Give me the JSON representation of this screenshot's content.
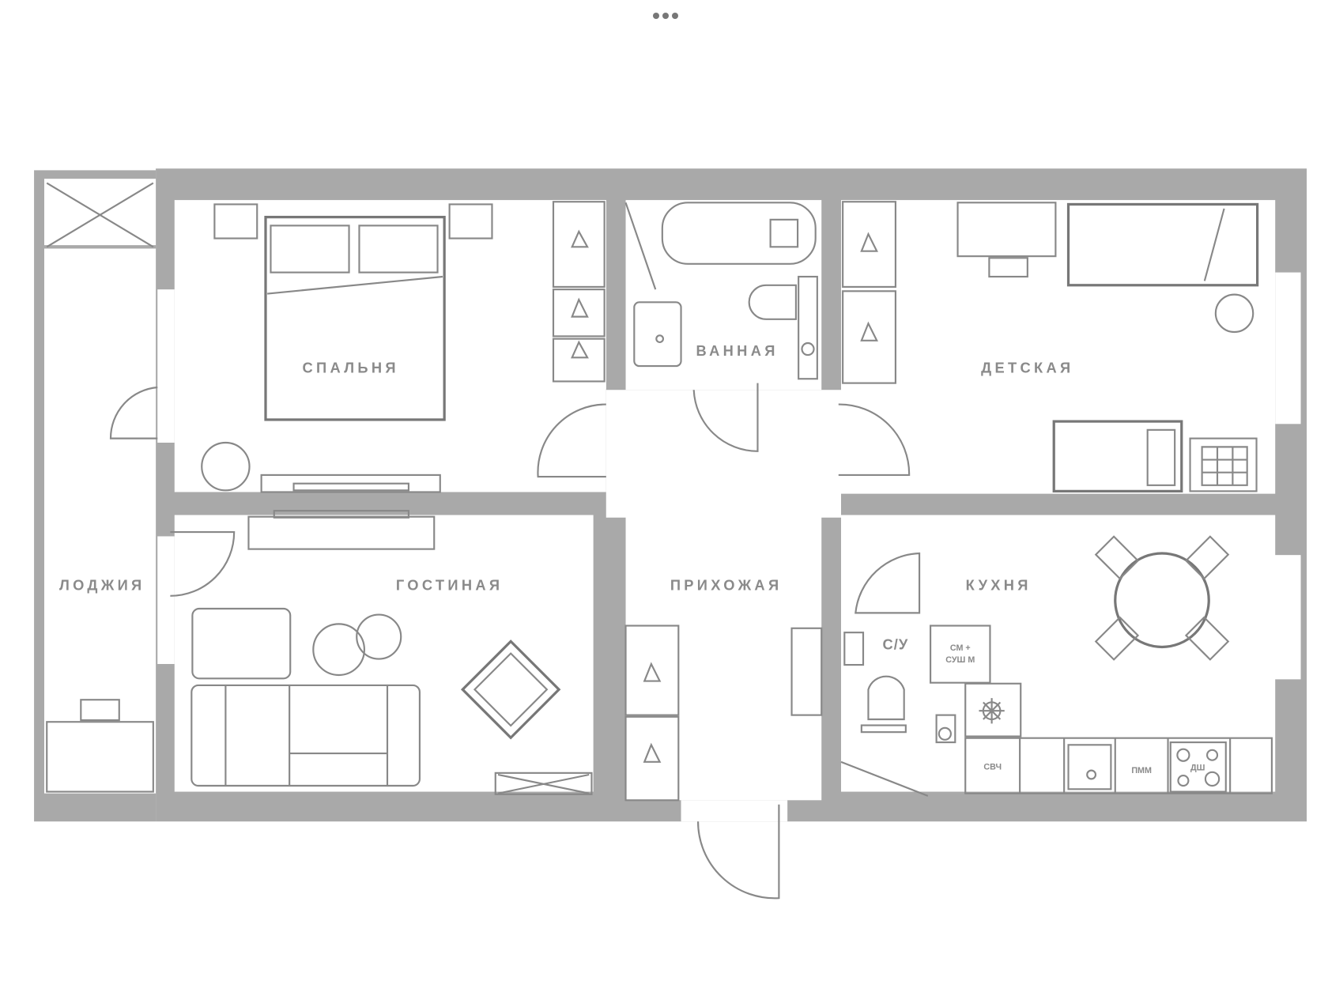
{
  "window": {
    "menu_icon": "three-dots-icon"
  },
  "rooms": {
    "bedroom": "СПАЛЬНЯ",
    "bathroom": "ВАННАЯ",
    "kids_room": "ДЕТСКАЯ",
    "loggia": "ЛОДЖИЯ",
    "living_room": "ГОСТИНАЯ",
    "hallway": "ПРИХОЖАЯ",
    "kitchen": "КУХНЯ",
    "wc": "С/У"
  },
  "appliances": {
    "washer_dryer_line1": "СМ +",
    "washer_dryer_line2": "СУШ М",
    "microwave": "СВЧ",
    "dishwasher": "ПММ",
    "hob": "ДШ"
  },
  "colors": {
    "wall": "#a9a9a9",
    "line": "#888888"
  }
}
